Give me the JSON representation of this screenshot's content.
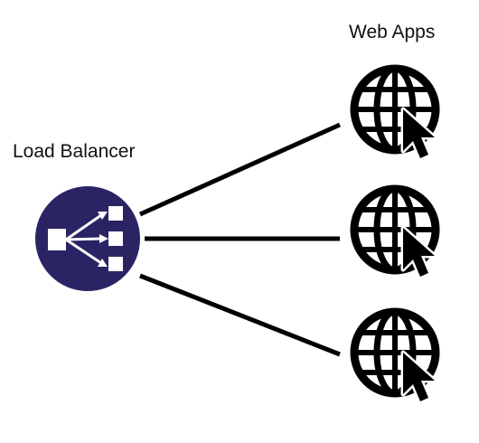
{
  "labels": {
    "load_balancer": "Load Balancer",
    "web_apps": "Web Apps"
  },
  "nodes": {
    "load_balancer": {
      "icon": "load-balancer-icon",
      "color": "#2b2464"
    },
    "web_apps": [
      {
        "icon": "globe-cursor-icon"
      },
      {
        "icon": "globe-cursor-icon"
      },
      {
        "icon": "globe-cursor-icon"
      }
    ]
  },
  "edges": [
    {
      "from": "load_balancer",
      "to": "web_app_1"
    },
    {
      "from": "load_balancer",
      "to": "web_app_2"
    },
    {
      "from": "load_balancer",
      "to": "web_app_3"
    }
  ],
  "colors": {
    "lines": "#000000",
    "globe": "#000000"
  }
}
